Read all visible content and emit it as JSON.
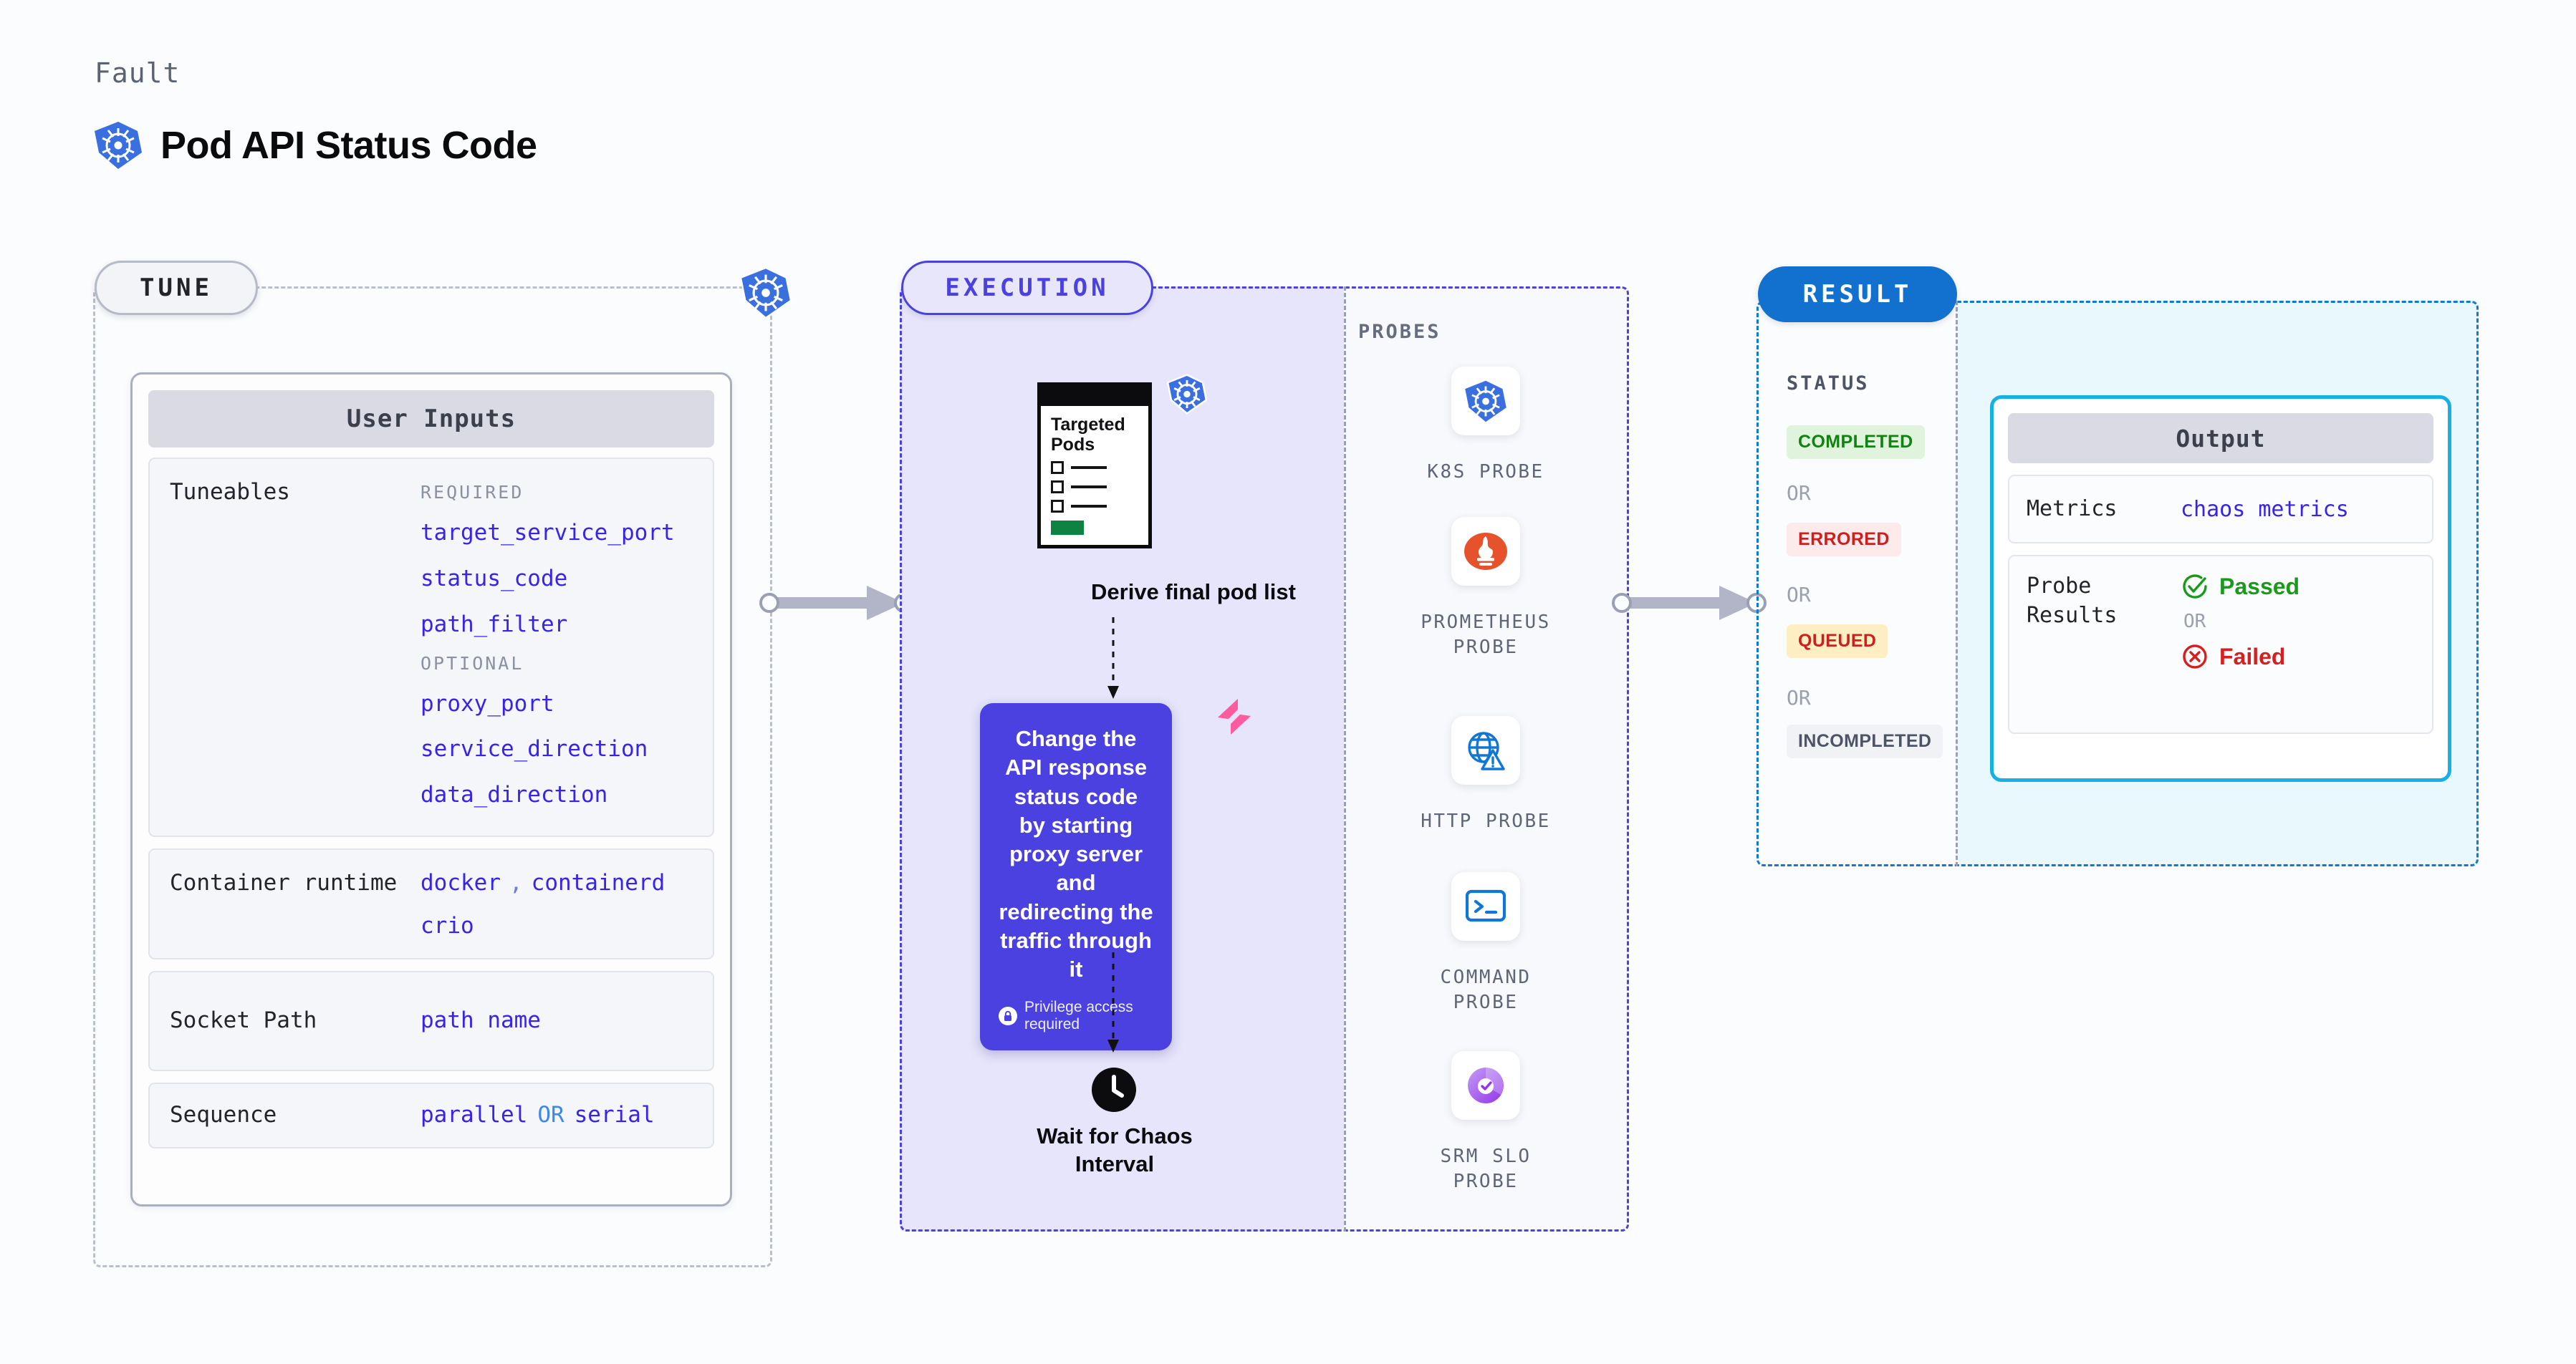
{
  "header": {
    "kicker": "Fault",
    "title": "Pod API Status Code",
    "logo_icon": "kubernetes-icon"
  },
  "stages": {
    "tune": {
      "chip": "TUNE"
    },
    "execution": {
      "chip": "EXECUTION"
    },
    "result": {
      "chip": "RESULT"
    }
  },
  "tune": {
    "card_title": "User Inputs",
    "tuneables": {
      "label": "Tuneables",
      "required_heading": "REQUIRED",
      "required": [
        "target_service_port",
        "status_code",
        "path_filter"
      ],
      "optional_heading": "OPTIONAL",
      "optional": [
        "proxy_port",
        "service_direction",
        "data_direction"
      ]
    },
    "container_runtime": {
      "label": "Container runtime",
      "values_line1": [
        "docker",
        "containerd"
      ],
      "separator": ",",
      "values_line2": [
        "crio"
      ]
    },
    "socket_path": {
      "label": "Socket Path",
      "value": "path name"
    },
    "sequence": {
      "label": "Sequence",
      "value_a": "parallel",
      "or": "OR",
      "value_b": "serial"
    }
  },
  "execution": {
    "pods_card": {
      "title_line1": "Targeted",
      "title_line2": "Pods",
      "badge_icon": "kubernetes-icon"
    },
    "step1_caption": "Derive final pod list",
    "action": {
      "text": "Change the API response status code by starting proxy server and redirecting the traffic through it",
      "privilege_note": "Privilege access required",
      "lock_icon": "lock-icon",
      "brand_icon": "harness-icon",
      "color": "#4a41e0"
    },
    "step3_caption_line1": "Wait for Chaos",
    "step3_caption_line2": "Interval",
    "clock_icon": "clock-icon"
  },
  "probes": {
    "heading": "PROBES",
    "items": [
      {
        "icon": "kubernetes-icon",
        "label_line1": "K8S  PROBE",
        "label_line2": ""
      },
      {
        "icon": "prometheus-icon",
        "label_line1": "PROMETHEUS",
        "label_line2": "PROBE"
      },
      {
        "icon": "http-globe-icon",
        "label_line1": "HTTP  PROBE",
        "label_line2": ""
      },
      {
        "icon": "command-terminal-icon",
        "label_line1": "COMMAND",
        "label_line2": "PROBE"
      },
      {
        "icon": "srm-slo-icon",
        "label_line1": "SRM  SLO",
        "label_line2": "PROBE"
      }
    ]
  },
  "result": {
    "status_heading": "STATUS",
    "statuses": [
      "COMPLETED",
      "ERRORED",
      "QUEUED",
      "INCOMPLETED"
    ],
    "or_label": "OR",
    "output": {
      "title": "Output",
      "metrics_label": "Metrics",
      "metrics_value": "chaos metrics",
      "probe_results_label_line1": "Probe",
      "probe_results_label_line2": "Results",
      "passed": "Passed",
      "failed": "Failed",
      "or": "OR",
      "pass_icon": "check-circle-icon",
      "fail_icon": "x-circle-icon"
    }
  },
  "colors": {
    "tune_border": "#b9bfcc",
    "execution_border": "#4a41e0",
    "result_border": "#1477d4",
    "accent_indigo": "#3724e8",
    "output_border": "#16b0e3"
  }
}
